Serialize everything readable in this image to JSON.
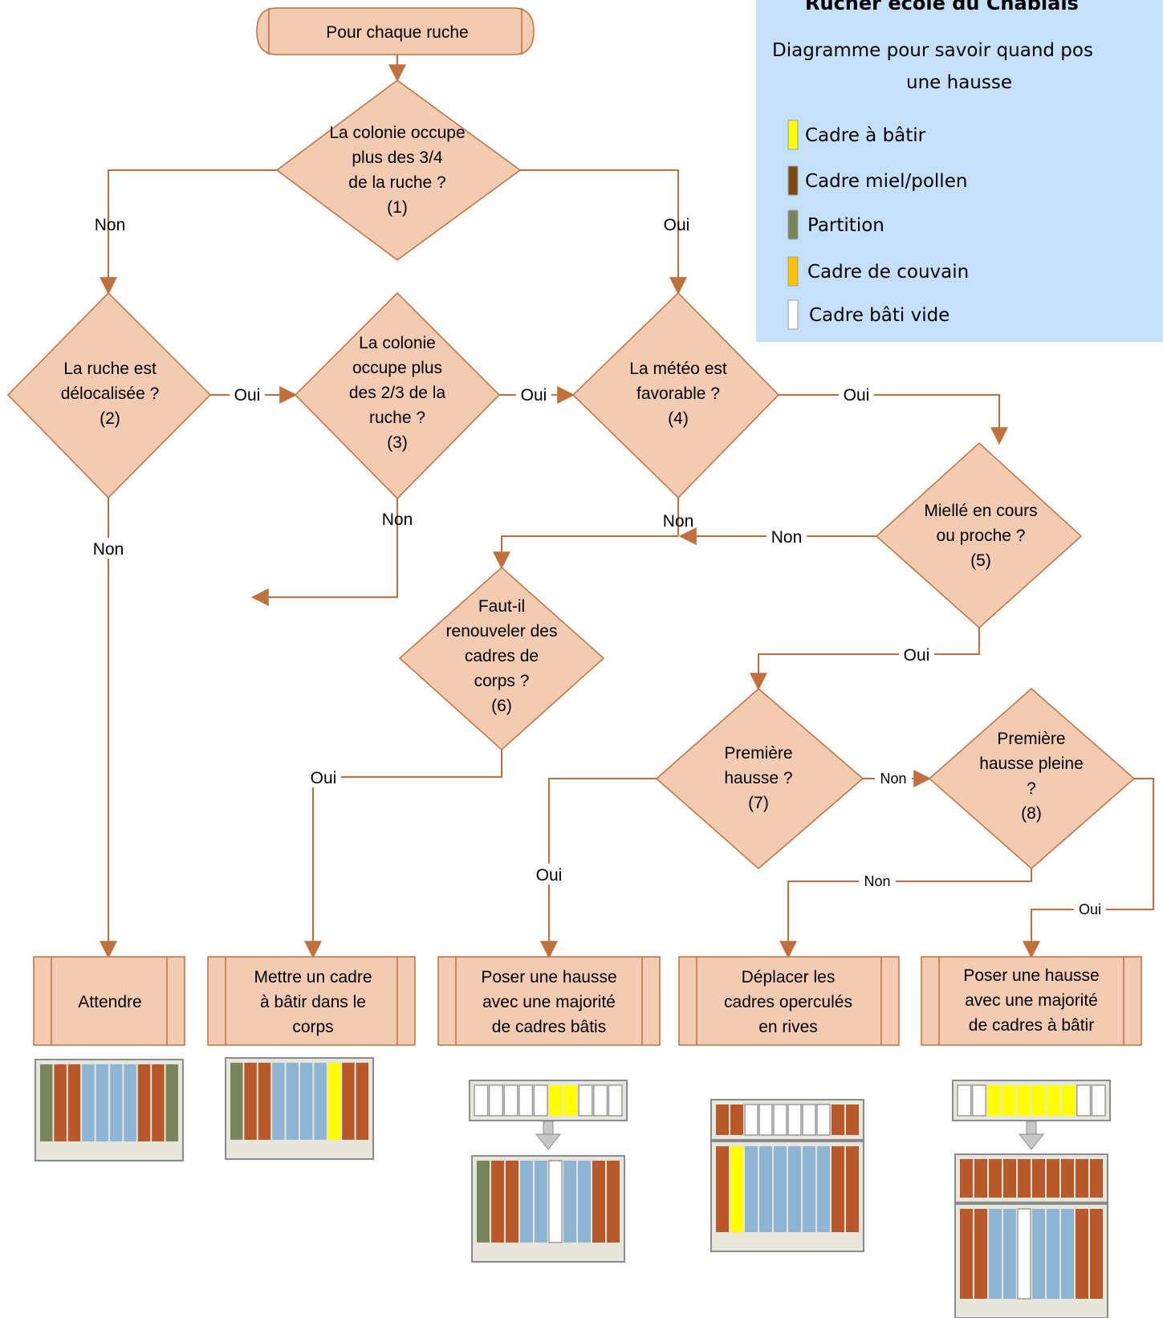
{
  "legend": {
    "title": "Rucher école du Chablais",
    "subtitle_line1": "Diagramme pour savoir quand pos",
    "subtitle_line2": "une hausse",
    "items": [
      {
        "label": "Cadre à bâtir",
        "color": "#ffff00"
      },
      {
        "label": "Cadre miel/pollen",
        "color": "#7b4a12"
      },
      {
        "label": "Partition",
        "color": "#7a8659"
      },
      {
        "label": "Cadre de couvain",
        "color": "#ffc000"
      },
      {
        "label": "Cadre bâti vide",
        "color": "#ffffff"
      }
    ]
  },
  "nodes": {
    "start": [
      "Pour chaque ruche"
    ],
    "q1": [
      "La colonie occupe",
      "plus des 3/4",
      "de la ruche ?",
      "(1)"
    ],
    "q2": [
      "La ruche est",
      "délocalisée ?",
      "(2)"
    ],
    "q3": [
      "La colonie",
      "occupe plus",
      "des 2/3 de la",
      "ruche ?",
      "(3)"
    ],
    "q4": [
      "La météo est",
      "favorable ?",
      "(4)"
    ],
    "q5": [
      "Miellé en cours",
      "ou proche ?",
      "(5)"
    ],
    "q6": [
      "Faut-il",
      "renouveler des",
      "cadres de",
      "corps ?",
      "(6)"
    ],
    "q7": [
      "Première",
      "hausse ?",
      "(7)"
    ],
    "q8": [
      "Première",
      "hausse pleine",
      "?",
      "(8)"
    ],
    "a1": [
      "Attendre"
    ],
    "a2": [
      "Mettre un cadre",
      "à bâtir dans le",
      "corps"
    ],
    "a3": [
      "Poser une hausse",
      "avec une majorité",
      "de cadres bâtis"
    ],
    "a4": [
      "Déplacer les",
      "cadres operculés",
      "en rives"
    ],
    "a5": [
      "Poser une hausse",
      "avec une majorité",
      "de cadres à bâtir"
    ]
  },
  "edge_labels": {
    "q1_no": "Non",
    "q1_yes": "Oui",
    "q2_yes": "Oui",
    "q2_no": "Non",
    "q3_yes": "Oui",
    "q3_no": "Non",
    "q4_yes": "Oui",
    "q4_no": "Non",
    "q5_no": "Non",
    "q5_yes": "Oui",
    "q6_yes": "Oui",
    "q7_no": "Non",
    "q7_yes": "Oui",
    "q8_no": "Non",
    "q8_yes": "Oui"
  },
  "colors": {
    "shape_fill": "#f3cbb2",
    "shape_stroke": "#c0703c",
    "legend_bg": "#c5e0fb",
    "frame_body": "#e6e6dc",
    "frame_border": "#8c8c8c",
    "brood": "#b7592a",
    "honey": "#8fb4d4",
    "partition": "#7a8659",
    "foundation": "#ffff00",
    "empty": "#ffffff"
  },
  "hive_diagrams": {
    "attendre": [
      "partition",
      "brood",
      "brood",
      "honey",
      "honey",
      "honey",
      "honey",
      "brood",
      "brood",
      "partition"
    ],
    "mettre": [
      "partition",
      "brood",
      "brood",
      "honey",
      "honey",
      "honey",
      "honey",
      "foundation",
      "brood",
      "brood"
    ],
    "bâtis_top": [
      "empty",
      "empty",
      "empty",
      "empty",
      "empty",
      "foundation",
      "foundation",
      "empty",
      "empty",
      "empty"
    ],
    "bâtis_bottom": [
      "partition",
      "brood",
      "brood",
      "honey",
      "honey",
      "empty",
      "honey",
      "honey",
      "brood",
      "brood"
    ],
    "rives_top": [
      "brood",
      "brood",
      "empty",
      "empty",
      "empty",
      "empty",
      "empty",
      "empty",
      "brood",
      "brood"
    ],
    "rives_bottom": [
      "brood",
      "foundation",
      "honey",
      "honey",
      "honey",
      "honey",
      "honey",
      "honey",
      "brood",
      "brood"
    ],
    "abâtir_top": [
      "empty",
      "empty",
      "foundation",
      "foundation",
      "foundation",
      "foundation",
      "foundation",
      "foundation",
      "empty",
      "empty"
    ],
    "abâtir_mid": [
      "brood",
      "brood",
      "brood",
      "brood",
      "brood",
      "brood",
      "brood",
      "brood",
      "brood",
      "brood"
    ],
    "abâtir_bottom": [
      "brood",
      "brood",
      "honey",
      "honey",
      "empty",
      "honey",
      "honey",
      "honey",
      "brood",
      "brood"
    ]
  }
}
